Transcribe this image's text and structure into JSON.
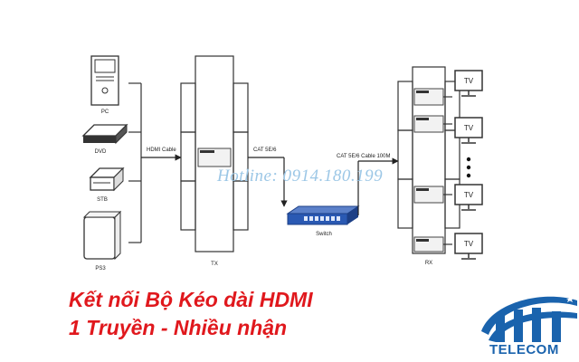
{
  "sources": [
    {
      "label": "PC",
      "icon": "pc-tower-icon"
    },
    {
      "label": "DVD",
      "icon": "dvd-player-icon"
    },
    {
      "label": "STB",
      "icon": "set-top-box-icon"
    },
    {
      "label": "PS3",
      "icon": "ps3-console-icon"
    }
  ],
  "links": {
    "hdmi_cable": "HDMI Cable",
    "cat_link": "CAT 5E/6",
    "cat_link_rx": "CAT 5E/6 Cable 100M"
  },
  "tx_label": "TX",
  "rx_label": "RX",
  "switch_label": "Switch",
  "displays": [
    {
      "label": "TV"
    },
    {
      "label": "TV"
    },
    {
      "label": "TV"
    },
    {
      "label": "TV"
    }
  ],
  "watermark": "Hotline: 0914.180.199",
  "title_lines": [
    "Kết nối Bộ Kéo dài HDMI",
    "1 Truyền - Nhiều nhận"
  ],
  "logo_text": "TELECOM",
  "colors": {
    "title": "#e0181d",
    "logo": "#1a63ad",
    "switch": "#2a59b3",
    "watermark": "#9cc7e6"
  }
}
